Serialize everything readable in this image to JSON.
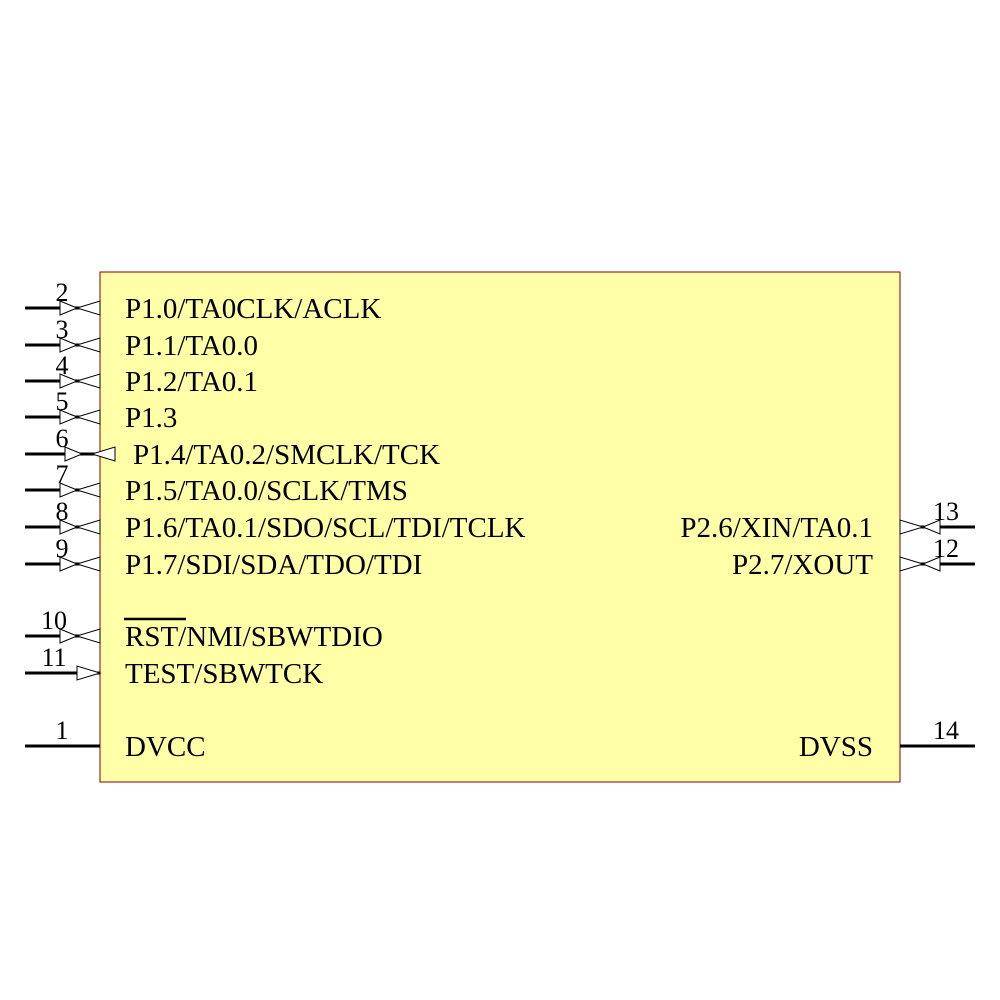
{
  "colors": {
    "body_fill": "#ffffa8",
    "body_stroke": "#800000",
    "wire": "#000000",
    "arrow_fill": "#ffffff"
  },
  "left_pins": [
    {
      "number": "2",
      "label": "P1.0/TA0CLK/ACLK",
      "direction": "bidirectional"
    },
    {
      "number": "3",
      "label": "P1.1/TA0.0",
      "direction": "bidirectional"
    },
    {
      "number": "4",
      "label": "P1.2/TA0.1",
      "direction": "bidirectional"
    },
    {
      "number": "5",
      "label": "P1.3",
      "direction": "bidirectional"
    },
    {
      "number": "6",
      "label": "P1.4/TA0.2/SMCLK/TCK",
      "direction": "bidirectional"
    },
    {
      "number": "7",
      "label": "P1.5/TA0.0/SCLK/TMS",
      "direction": "bidirectional"
    },
    {
      "number": "8",
      "label": "P1.6/TA0.1/SDO/SCL/TDI/TCLK",
      "direction": "bidirectional"
    },
    {
      "number": "9",
      "label": "P1.7/SDI/SDA/TDO/TDI",
      "direction": "bidirectional"
    },
    {
      "number": "10",
      "label_overbar": "RST",
      "label": "/NMI/SBWTDIO",
      "direction": "bidirectional"
    },
    {
      "number": "11",
      "label": "TEST/SBWTCK",
      "direction": "input"
    },
    {
      "number": "1",
      "label": "DVCC",
      "direction": "power"
    }
  ],
  "right_pins": [
    {
      "number": "13",
      "label": "P2.6/XIN/TA0.1",
      "direction": "bidirectional"
    },
    {
      "number": "12",
      "label": "P2.7/XOUT",
      "direction": "bidirectional"
    },
    {
      "number": "14",
      "label": "DVSS",
      "direction": "power"
    }
  ]
}
